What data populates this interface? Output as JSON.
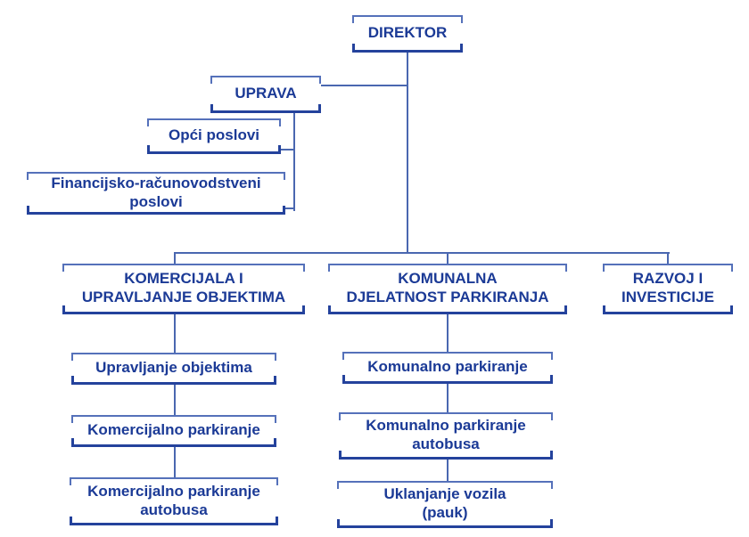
{
  "colors": {
    "accent_dark": "#24429c",
    "accent_light": "#5571ba",
    "text": "#1b3a96",
    "connector": "#4a67b0",
    "background": "#ffffff"
  },
  "org_chart": {
    "type": "organizational-chart",
    "root": {
      "label": "DIREKTOR"
    },
    "staff": {
      "label": "UPRAVA",
      "children": [
        {
          "label": "Opći poslovi"
        },
        {
          "label": "Financijsko-računovodstveni\nposlovi"
        }
      ]
    },
    "departments": [
      {
        "label": "KOMERCIJALA I\nUPRAVLJANJE OBJEKTIMA",
        "children": [
          {
            "label": "Upravljanje objektima"
          },
          {
            "label": "Komercijalno parkiranje"
          },
          {
            "label": "Komercijalno parkiranje\nautobusa"
          }
        ]
      },
      {
        "label": "KOMUNALNA\nDJELATNOST PARKIRANJA",
        "children": [
          {
            "label": "Komunalno parkiranje"
          },
          {
            "label": "Komunalno parkiranje\nautobusa"
          },
          {
            "label": "Uklanjanje vozila\n(pauk)"
          }
        ]
      },
      {
        "label": "RAZVOJ I\nINVESTICIJE",
        "children": []
      }
    ]
  }
}
